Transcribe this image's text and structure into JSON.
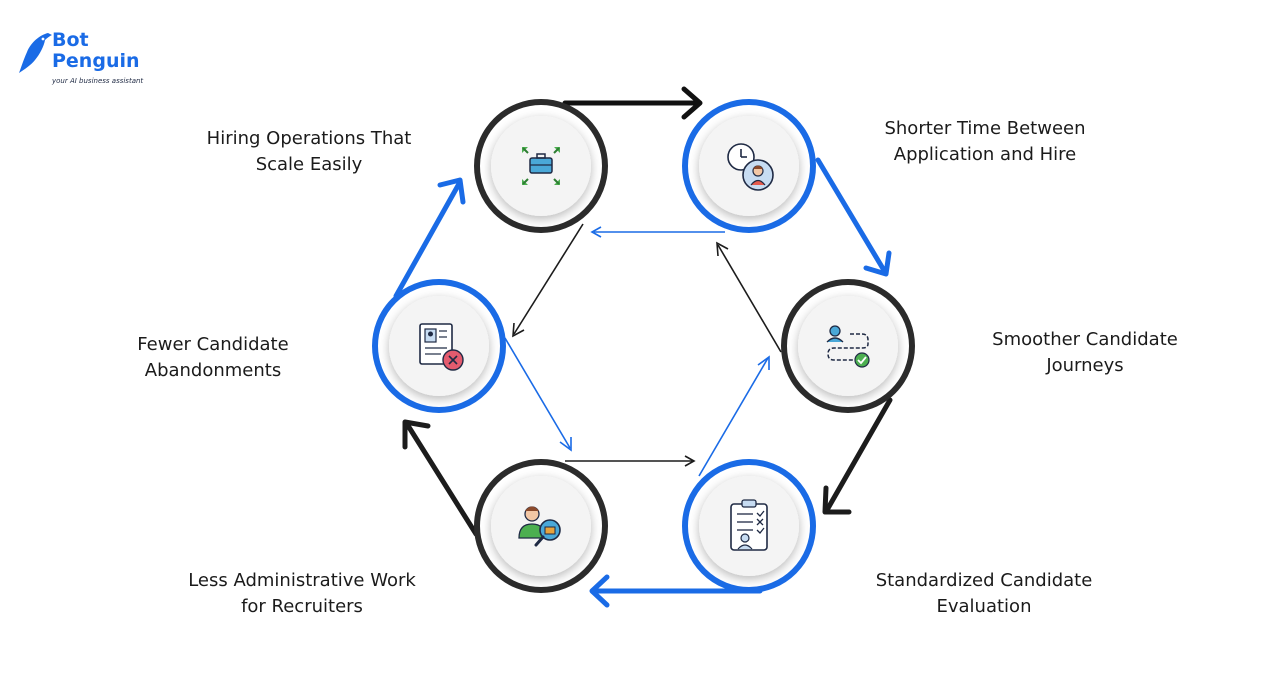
{
  "logo": {
    "line1": "Bot",
    "line2": "Penguin",
    "tagline": "your AI business assistant",
    "icon": "penguin-icon",
    "color": "#1a6be6"
  },
  "colors": {
    "blue": "#1a6be6",
    "dark": "#1c1c1c"
  },
  "nodes": [
    {
      "id": "hiring-operations",
      "icon": "briefcase-expand-icon",
      "ring": "dark",
      "label_lines": [
        "Hiring Operations That",
        "Scale Easily"
      ]
    },
    {
      "id": "shorter-time",
      "icon": "clock-person-icon",
      "ring": "blue",
      "label_lines": [
        "Shorter Time Between",
        "Application and Hire"
      ]
    },
    {
      "id": "smoother-journeys",
      "icon": "workflow-icon",
      "ring": "dark",
      "label_lines": [
        "Smoother Candidate",
        "Journeys"
      ]
    },
    {
      "id": "standardized-evaluation",
      "icon": "checklist-icon",
      "ring": "blue",
      "label_lines": [
        "Standardized Candidate",
        "Evaluation"
      ]
    },
    {
      "id": "less-admin-work",
      "icon": "recruiter-search-icon",
      "ring": "dark",
      "label_lines": [
        "Less Administrative Work",
        "for Recruiters"
      ]
    },
    {
      "id": "fewer-abandonments",
      "icon": "rejected-document-icon",
      "ring": "blue",
      "label_lines": [
        "Fewer Candidate",
        "Abandonments"
      ]
    }
  ]
}
